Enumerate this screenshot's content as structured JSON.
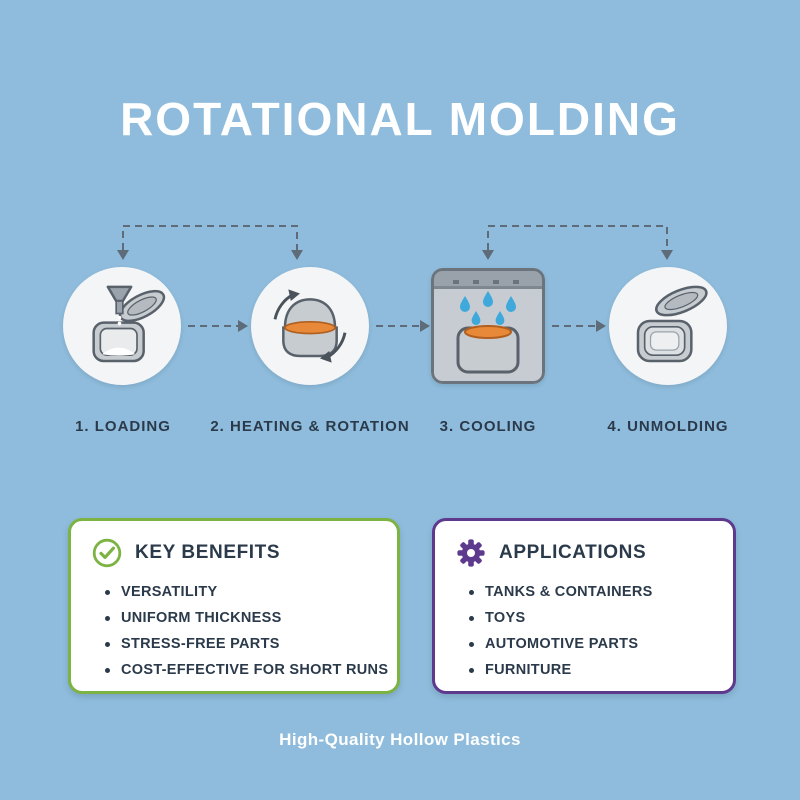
{
  "title": "ROTATIONAL MOLDING",
  "steps": [
    {
      "label": "1. LOADING",
      "icon": "mold-loading-icon"
    },
    {
      "label": "2. HEATING & ROTATION",
      "icon": "mold-heating-rotation-icon"
    },
    {
      "label": "3. COOLING",
      "icon": "mold-cooling-icon"
    },
    {
      "label": "4. UNMOLDING",
      "icon": "mold-unmolding-icon"
    }
  ],
  "benefits": {
    "title": "KEY BENEFITS",
    "icon": "check-badge-icon",
    "items": [
      "VERSATILITY",
      "UNIFORM THICKNESS",
      "STRESS-FREE PARTS",
      "COST-EFFECTIVE FOR SHORT RUNS"
    ]
  },
  "applications": {
    "title": "APPLICATIONS",
    "icon": "gear-icon",
    "items": [
      "TANKS & CONTAINERS",
      "TOYS",
      "AUTOMOTIVE PARTS",
      "FURNITURE"
    ]
  },
  "footer": "High-Quality Hollow Plastics",
  "colors": {
    "background": "#8FBCDC",
    "title_text": "#FFFFFF",
    "body_text": "#2B3A4A",
    "benefits_border": "#7CB342",
    "applications_border": "#5E3A8E",
    "connector": "#5E6B78",
    "mold_gray": "#C7CCD1",
    "mold_outline": "#59616B",
    "molten_plastic": "#E8893A",
    "water_drop": "#3FA9DC"
  }
}
